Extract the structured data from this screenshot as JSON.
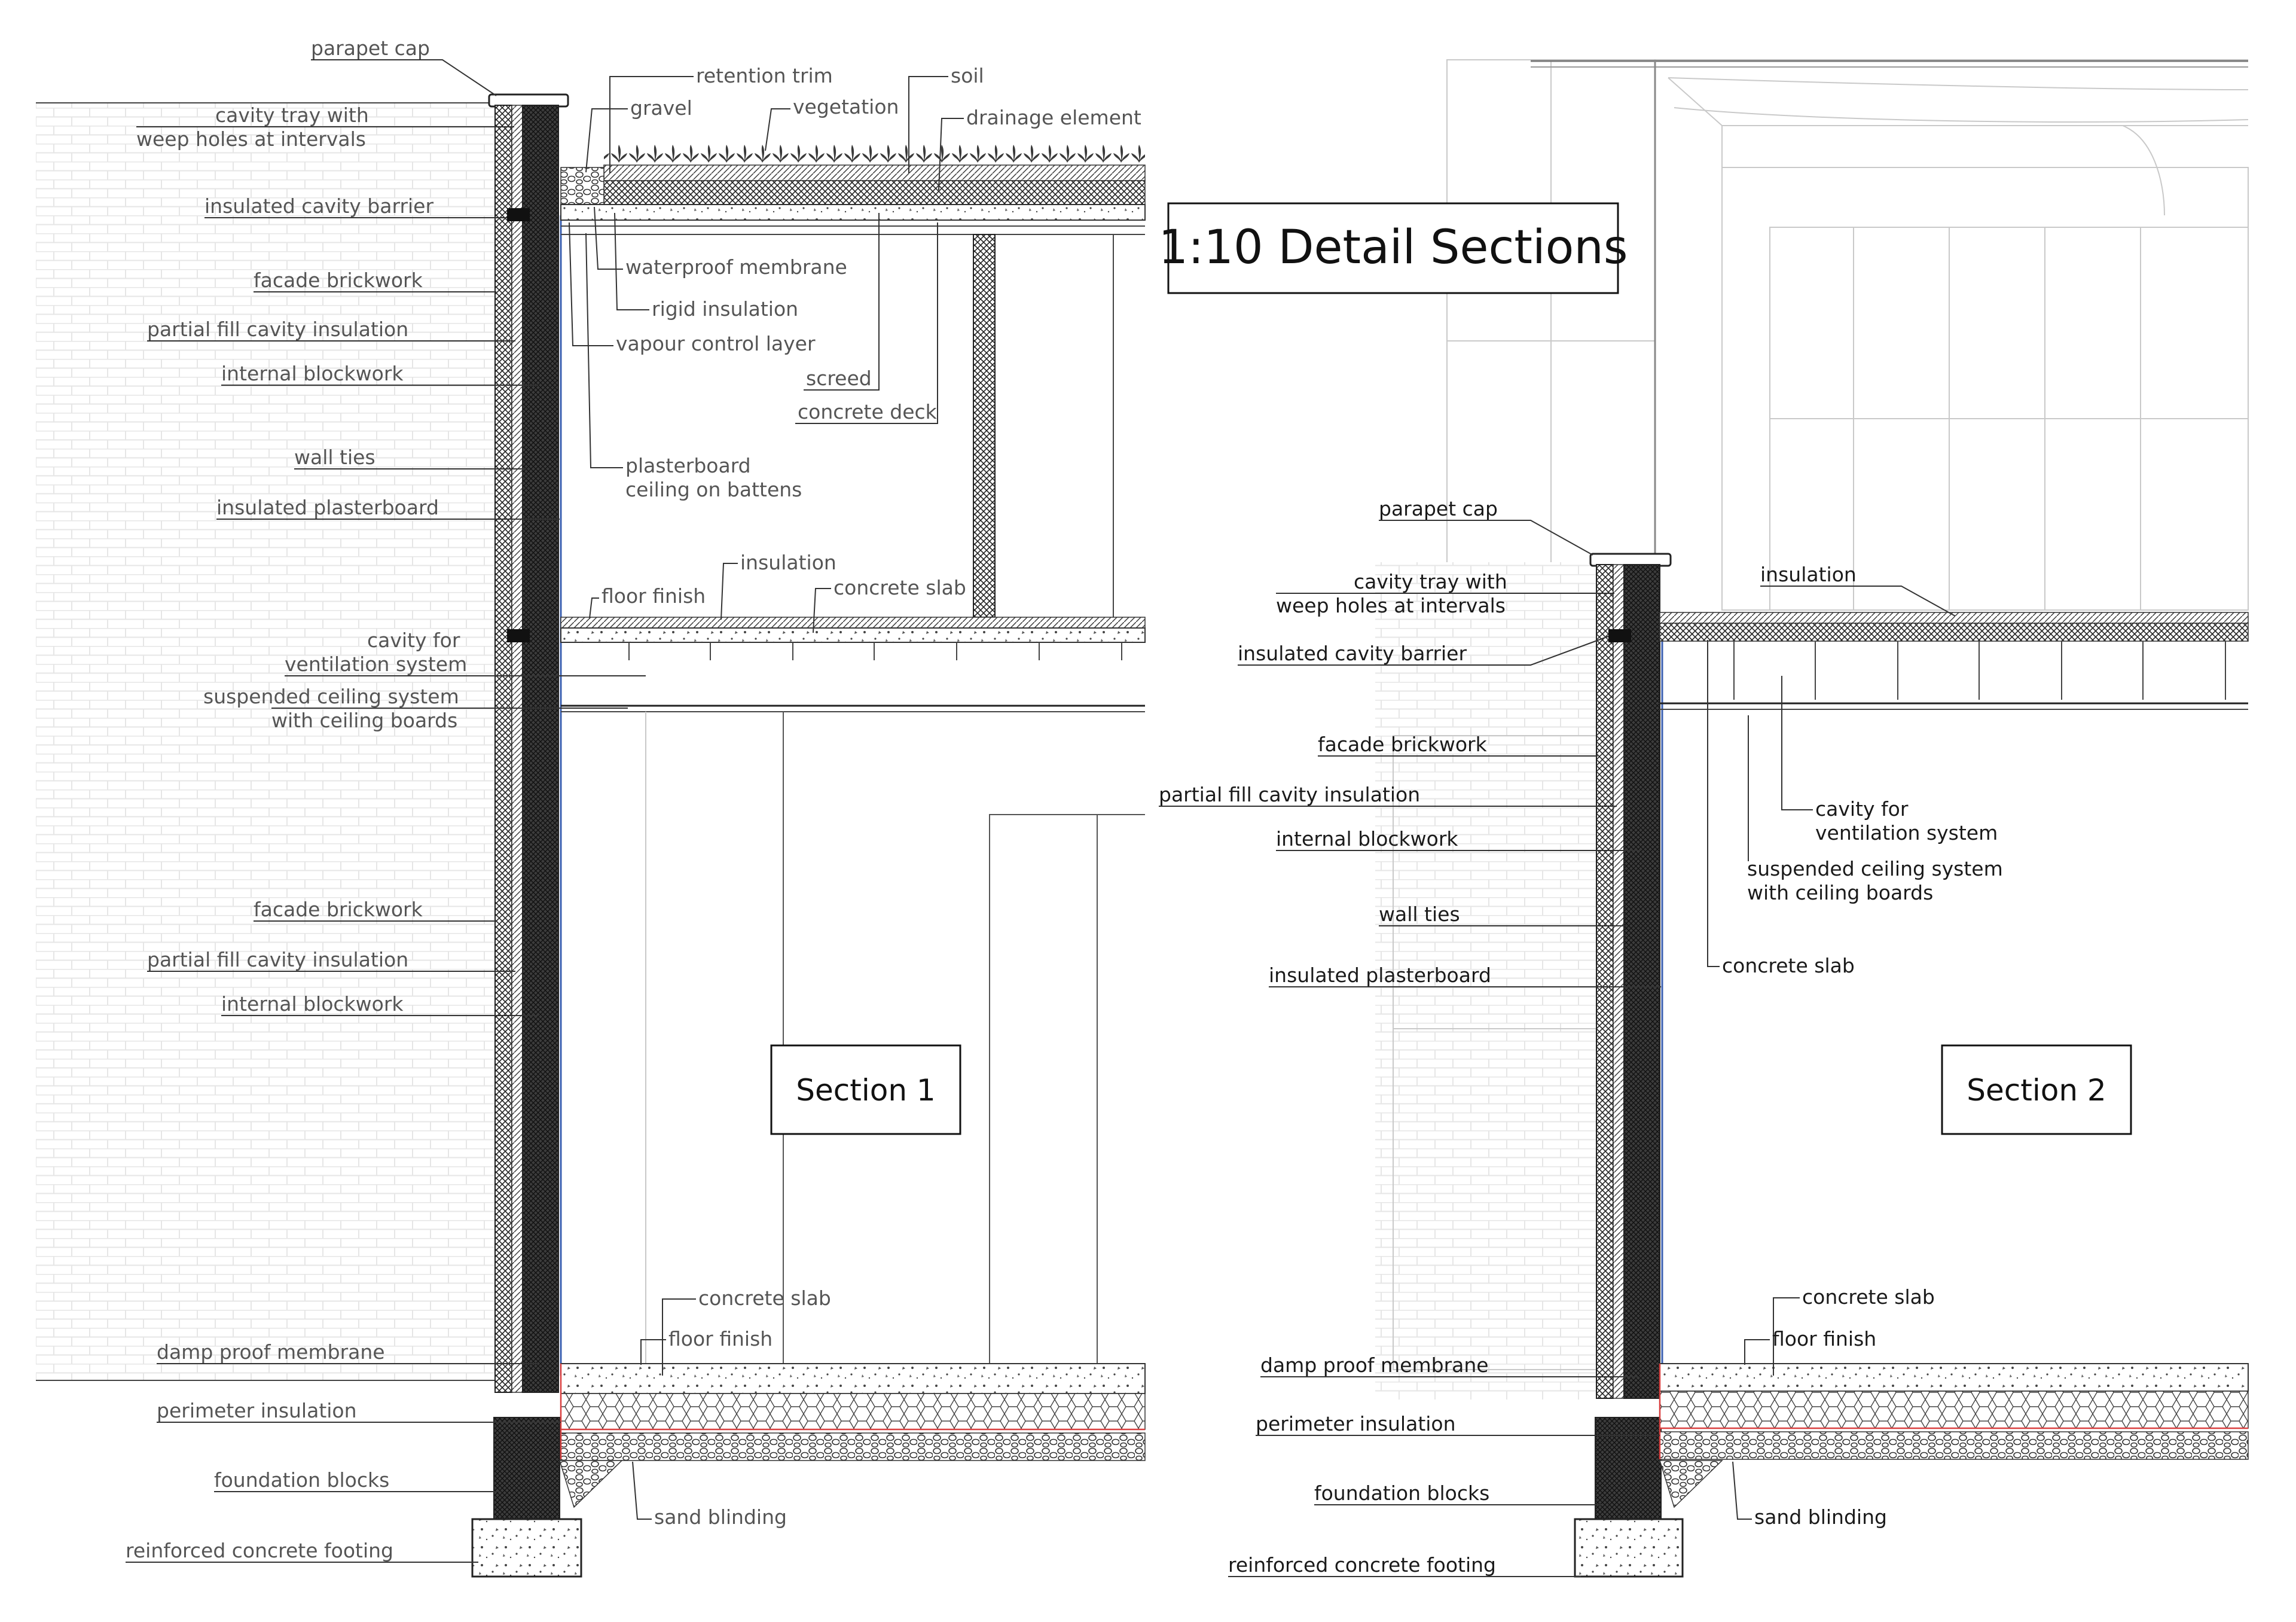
{
  "title": "1:10 Detail Sections",
  "sections": {
    "one": "Section 1",
    "two": "Section 2"
  },
  "section1": {
    "labels": {
      "parapet_cap": "parapet cap",
      "cavity_tray_1": "cavity tray with",
      "cavity_tray_2": "weep holes at intervals",
      "insulated_cavity_barrier": "insulated cavity barrier",
      "facade_brickwork": "facade brickwork",
      "partial_fill_cavity_insulation": "partial fill cavity insulation",
      "internal_blockwork": "internal blockwork",
      "wall_ties": "wall ties",
      "insulated_plasterboard": "insulated plasterboard",
      "cavity_for_1": "cavity for",
      "cavity_for_2": "ventilation system",
      "suspended_ceiling_1": "suspended ceiling system",
      "suspended_ceiling_2": "with ceiling boards",
      "facade_brickwork_lower": "facade brickwork",
      "partial_fill_lower": "partial fill cavity insulation",
      "internal_blockwork_lower": "internal blockwork",
      "damp_proof_membrane": "damp proof membrane",
      "perimeter_insulation": "perimeter insulation",
      "foundation_blocks": "foundation blocks",
      "reinforced_concrete_footing": "reinforced concrete footing",
      "retention_trim": "retention trim",
      "gravel": "gravel",
      "vegetation": "vegetation",
      "soil": "soil",
      "drainage_element": "drainage element",
      "waterproof_membrane": "waterproof membrane",
      "rigid_insulation": "rigid insulation",
      "vapour_control_layer": "vapour control layer",
      "screed": "screed",
      "concrete_deck": "concrete deck",
      "plasterboard_1": "plasterboard",
      "plasterboard_2": "ceiling on battens",
      "insulation": "insulation",
      "floor_finish_upper": "floor finish",
      "concrete_slab_upper": "concrete slab",
      "concrete_slab_ground": "concrete slab",
      "floor_finish_ground": "floor finish",
      "sand_blinding": "sand blinding"
    }
  },
  "section2": {
    "labels": {
      "parapet_cap": "parapet cap",
      "cavity_tray_1": "cavity tray with",
      "cavity_tray_2": "weep holes at intervals",
      "insulated_cavity_barrier": "insulated cavity barrier",
      "insulation": "insulation",
      "facade_brickwork": "facade brickwork",
      "partial_fill_cavity_insulation": "partial fill cavity insulation",
      "internal_blockwork": "internal blockwork",
      "wall_ties": "wall ties",
      "insulated_plasterboard": "insulated plasterboard",
      "cavity_for_1": "cavity for",
      "cavity_for_2": "ventilation system",
      "suspended_ceiling_1": "suspended ceiling system",
      "suspended_ceiling_2": "with ceiling boards",
      "concrete_slab": "concrete slab",
      "concrete_slab_ground": "concrete slab",
      "floor_finish": "floor finish",
      "damp_proof_membrane": "damp proof membrane",
      "perimeter_insulation": "perimeter insulation",
      "foundation_blocks": "foundation blocks",
      "sand_blinding": "sand blinding",
      "reinforced_concrete_footing": "reinforced concrete footing"
    }
  },
  "colors": {
    "line": "#333333",
    "faint": "#c9c9c9",
    "dpm": "#d94040",
    "plasterboard": "#3a5fb0"
  }
}
